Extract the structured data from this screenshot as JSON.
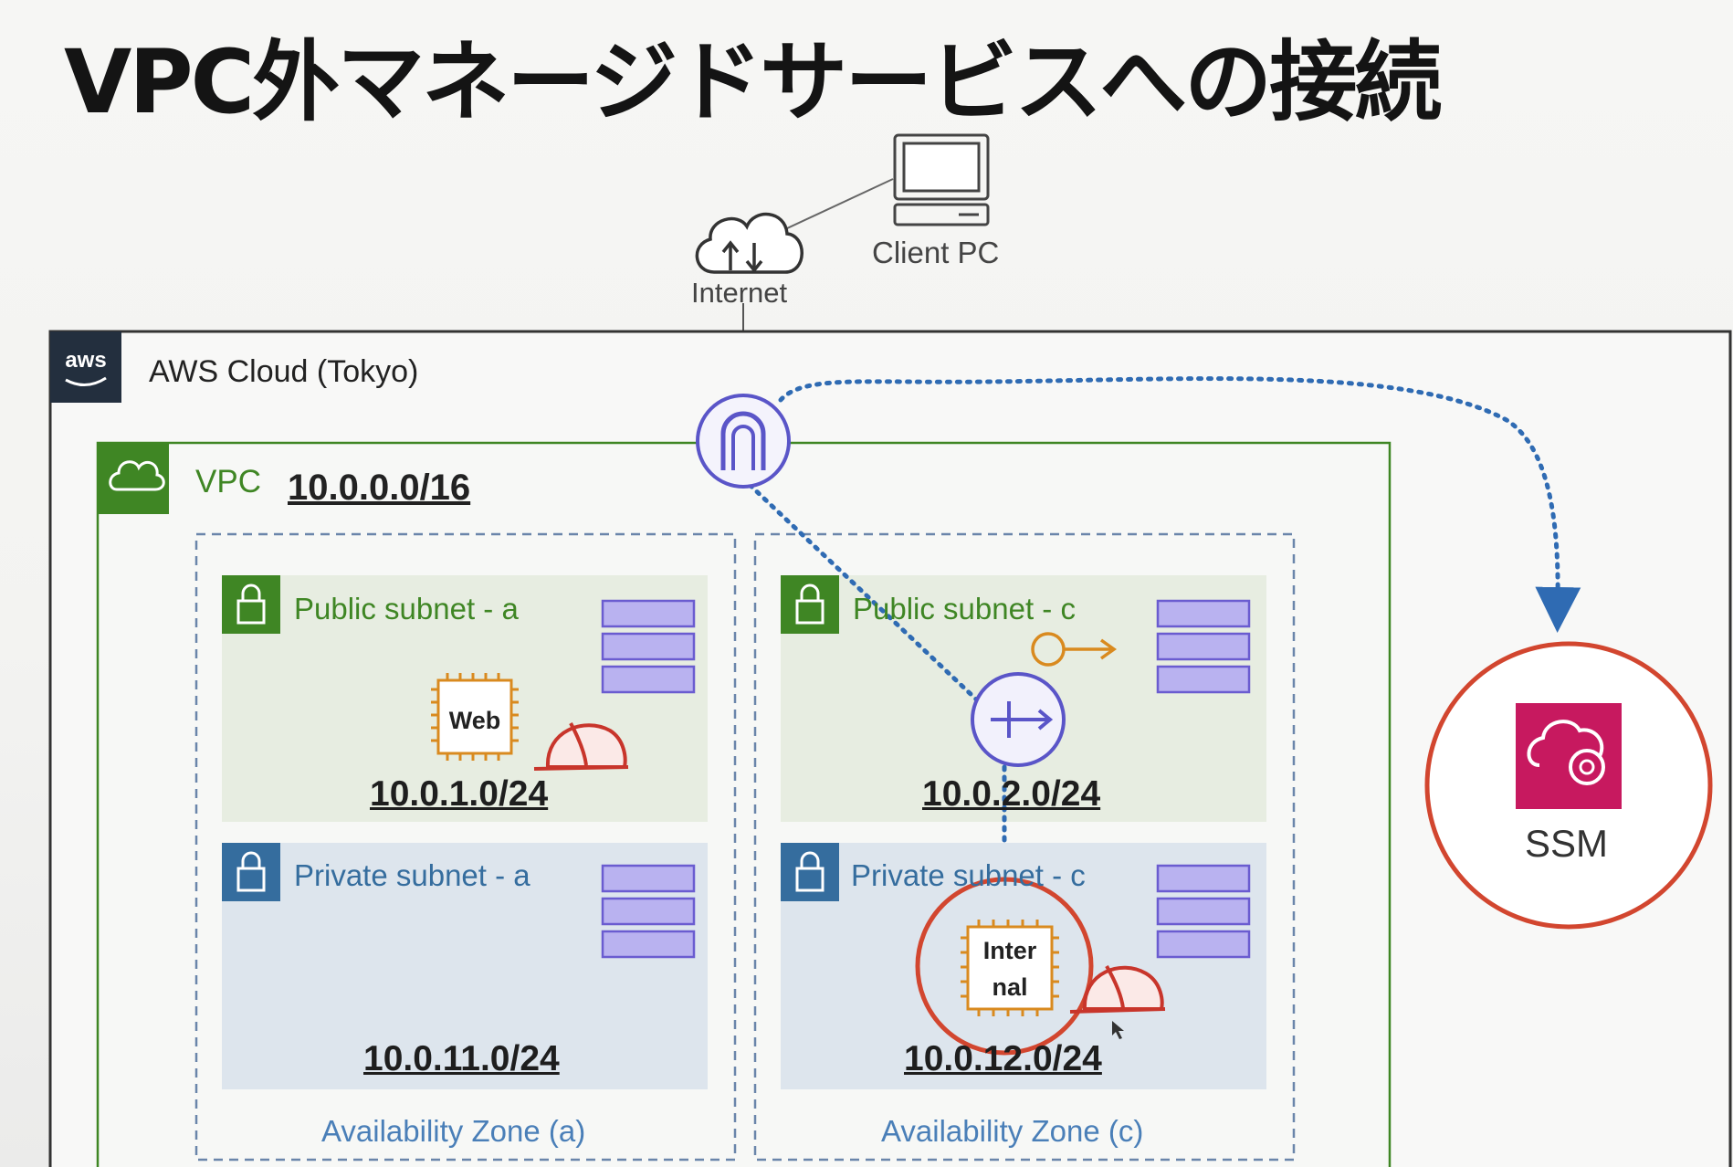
{
  "slide_title": "VPC外マネージドサービスへの接続",
  "client_pc": "Client PC",
  "internet": "Internet",
  "aws_cloud": {
    "logo": "aws",
    "label": "AWS Cloud (Tokyo)"
  },
  "vpc": {
    "label": "VPC",
    "cidr": "10.0.0.0/16"
  },
  "subnets": [
    {
      "label": "Public subnet - a",
      "cidr": "10.0.1.0/24"
    },
    {
      "label": "Public subnet - c",
      "cidr": "10.0.2.0/24"
    },
    {
      "label": "Private subnet - a",
      "cidr": "10.0.11.0/24"
    },
    {
      "label": "Private subnet - c",
      "cidr": "10.0.12.0/24"
    }
  ],
  "instances": {
    "web": "Web",
    "internal_line1": "Inter",
    "internal_line2": "nal"
  },
  "availability_zones": [
    "Availability Zone (a)",
    "Availability Zone (c)"
  ],
  "ssm": "SSM",
  "colors": {
    "public_subnet_bg": "#e7ede1",
    "private_subnet_bg": "#dde5ed",
    "public_green": "#3f8624",
    "private_blue": "#356d9e",
    "gateway_purple": "#5a55c8",
    "route_table_purple": "#7b68d6",
    "highlight_red": "#d2462f",
    "ssm_pink": "#c7195f",
    "ec2_orange": "#d98a1f",
    "flow_arrow_blue": "#2f6bb3"
  },
  "icons": [
    "computer-icon",
    "cloud-icon",
    "aws-logo-icon",
    "vpc-cloud-icon",
    "lock-icon",
    "route-table-icon",
    "ec2-chip-icon",
    "security-helmet-icon",
    "internet-gateway-icon",
    "nat-gateway-icon",
    "key-icon",
    "ssm-icon"
  ]
}
